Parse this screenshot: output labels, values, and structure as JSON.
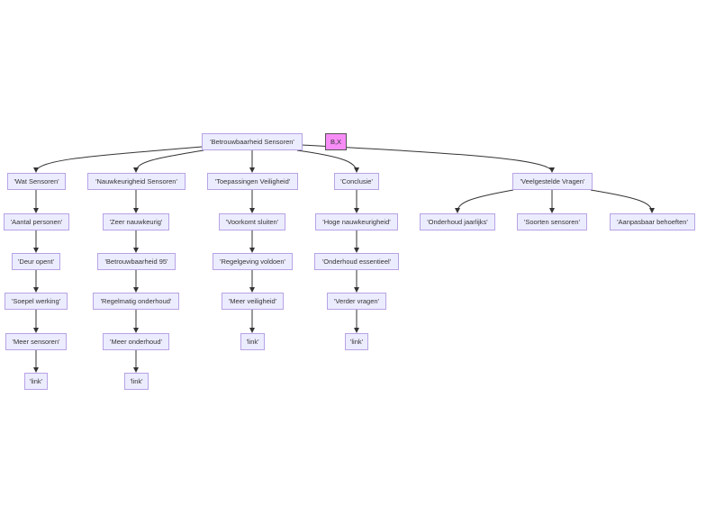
{
  "colors": {
    "node_fill": "#ECECFF",
    "node_border": "#B7A3E6",
    "highlight_fill": "#F78CF7",
    "edge": "#333333"
  },
  "nodes": {
    "root": "'Betrouwbaarheid Sensoren'",
    "bx": "B,X",
    "wat": "'Wat Sensoren'",
    "nauw": "'Nauwkeurigheid Sensoren'",
    "toep": "'Toepassingen Veiligheid'",
    "concl": "'Conclusie'",
    "veel": "'Veelgestelde Vragen'",
    "aantal": "'Aantal personen'",
    "zeer": "'Zeer nauwkeurig'",
    "voorkomt": "'Voorkomt sluiten'",
    "hoge": "'Hoge nauwkeurigheid'",
    "ond_jaar": "'Onderhoud jaarlijks'",
    "soorten": "'Soorten sensoren'",
    "aanpas": "'Aanpasbaar behoeften'",
    "deur": "'Deur opent'",
    "betr95": "'Betrouwbaarheid 95'",
    "regelg": "'Regelgeving voldoen'",
    "ond_ess": "'Onderhoud essentieel'",
    "soepel": "'Soepel werking'",
    "regelm": "'Regelmatig onderhoud'",
    "meer_veil": "'Meer veiligheid'",
    "verder": "'Verder vragen'",
    "meer_sens": "'Meer sensoren'",
    "meer_ond": "'Meer onderhoud'",
    "link1": "'link'",
    "link2": "'link'",
    "link3": "'link'",
    "link4": "'link'"
  }
}
